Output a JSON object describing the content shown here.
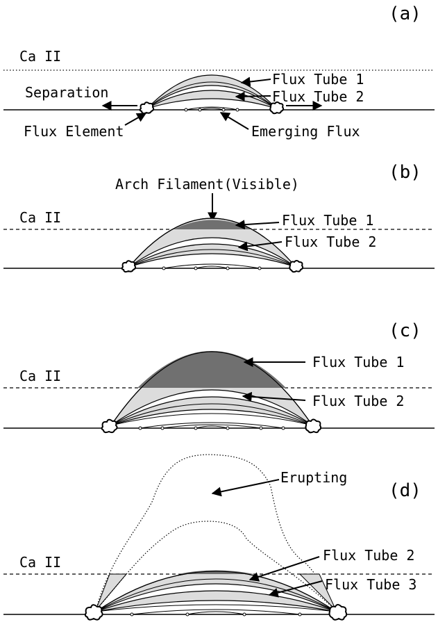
{
  "panels": {
    "a": {
      "label": "(a)",
      "ca_label": "Ca II",
      "separation": "Separation",
      "flux_tube_1": "Flux Tube 1",
      "flux_tube_2": "Flux Tube 2",
      "flux_element": "Flux Element",
      "emerging_flux": "Emerging Flux"
    },
    "b": {
      "label": "(b)",
      "ca_label": "Ca II",
      "arch_filament": "Arch Filament(Visible)",
      "flux_tube_1": "Flux Tube 1",
      "flux_tube_2": "Flux Tube 2"
    },
    "c": {
      "label": "(c)",
      "ca_label": "Ca II",
      "flux_tube_1": "Flux Tube 1",
      "flux_tube_2": "Flux Tube 2"
    },
    "d": {
      "label": "(d)",
      "ca_label": "Ca II",
      "erupting": "Erupting",
      "flux_tube_2": "Flux Tube 2",
      "flux_tube_3": "Flux Tube 3"
    }
  },
  "colors": {
    "tube_fill": "#dcdcdc",
    "filament_fill": "#707070",
    "line": "#000000"
  }
}
